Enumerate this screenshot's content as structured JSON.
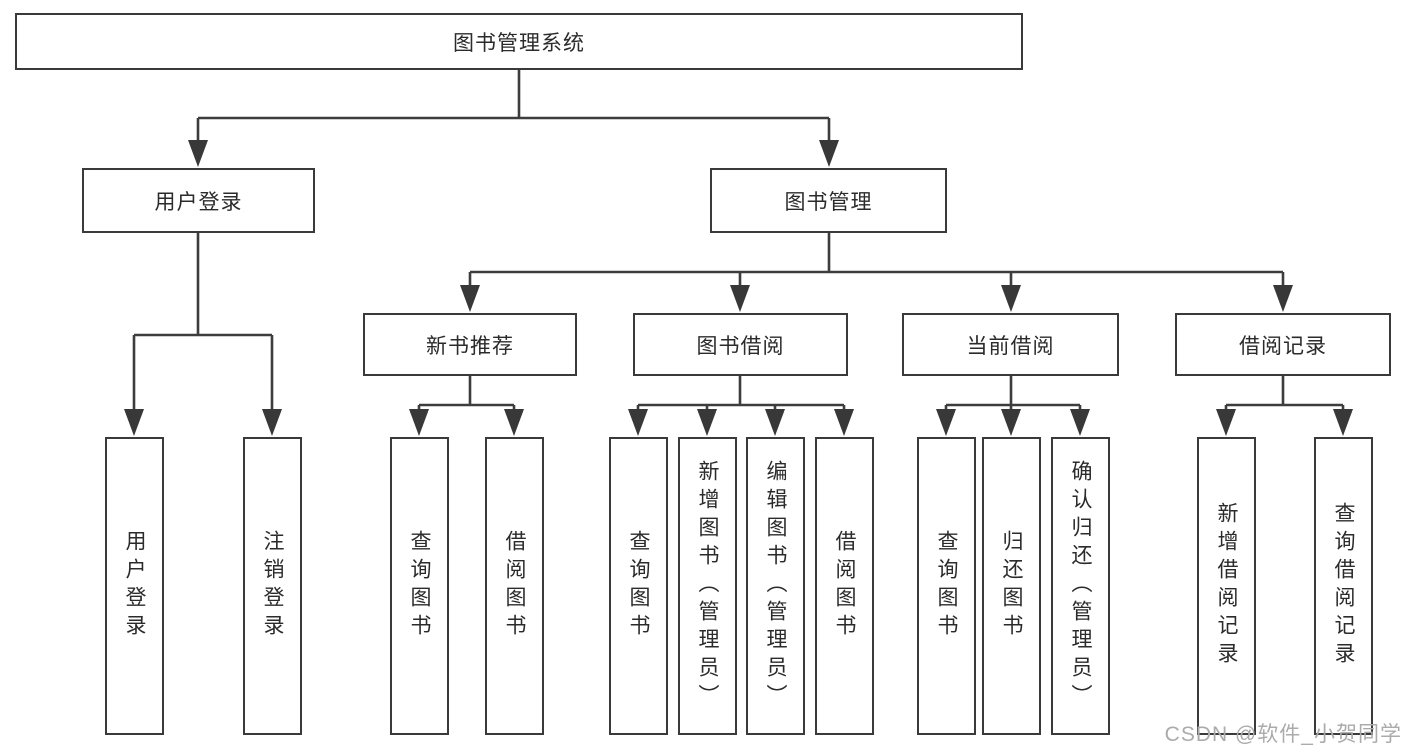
{
  "diagram_type": "hierarchy-tree",
  "nodes": {
    "root": "图书管理系统",
    "user_login": "用户登录",
    "book_mgmt": "图书管理",
    "new_book": "新书推荐",
    "book_borrow": "图书借阅",
    "current_borrow": "当前借阅",
    "borrow_record": "借阅记录"
  },
  "leaves": {
    "user_login": [
      "用户登录",
      "注销登录"
    ],
    "new_book": [
      "查询图书",
      "借阅图书"
    ],
    "book_borrow": [
      "查询图书",
      "新增图书（管理员）",
      "编辑图书（管理员）",
      "借阅图书"
    ],
    "current_borrow": [
      "查询图书",
      "归还图书",
      "确认归还（管理员）"
    ],
    "borrow_record": [
      "新增借阅记录",
      "查询借阅记录"
    ]
  },
  "structure": {
    "root_children": [
      "user_login",
      "book_mgmt"
    ],
    "book_mgmt_children": [
      "new_book",
      "book_borrow",
      "current_borrow",
      "borrow_record"
    ]
  },
  "watermark": "CSDN @软件_小贺同学",
  "colors": {
    "line": "#3d3d3d",
    "arrow": "#383838",
    "box_border": "#3a3a3a",
    "text": "#2b2b2b",
    "watermark": "#ababab",
    "background": "#ffffff"
  }
}
